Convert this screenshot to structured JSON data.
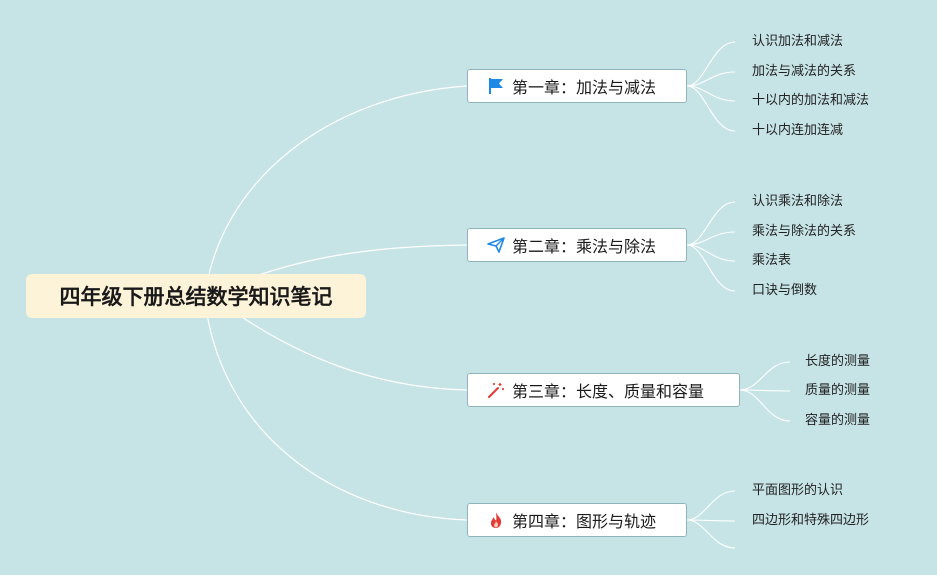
{
  "root": {
    "title": "四年级下册总结数学知识笔记"
  },
  "chapters": [
    {
      "label": "第一章：加法与减法",
      "icon": "flag-icon",
      "icon_color": "#1e88e5",
      "topics": [
        "认识加法和减法",
        "加法与减法的关系",
        "十以内的加法和减法",
        "十以内连加连减"
      ]
    },
    {
      "label": "第二章：乘法与除法",
      "icon": "paper-plane-icon",
      "icon_color": "#1e88e5",
      "topics": [
        "认识乘法和除法",
        "乘法与除法的关系",
        "乘法表",
        "口诀与倒数"
      ]
    },
    {
      "label": "第三章：长度、质量和容量",
      "icon": "magic-wand-icon",
      "icon_color": "#e53935",
      "topics": [
        "长度的测量",
        "质量的测量",
        "容量的测量"
      ]
    },
    {
      "label": "第四章：图形与轨迹",
      "icon": "fire-icon",
      "icon_color": "#e53935",
      "topics": [
        "平面图形的认识",
        "四边形和特殊四边形"
      ]
    }
  ],
  "colors": {
    "background": "#c6e3e6",
    "root_fill": "#fdf3d9",
    "chapter_border": "#8fb5bb",
    "connector": "#ffffff"
  }
}
